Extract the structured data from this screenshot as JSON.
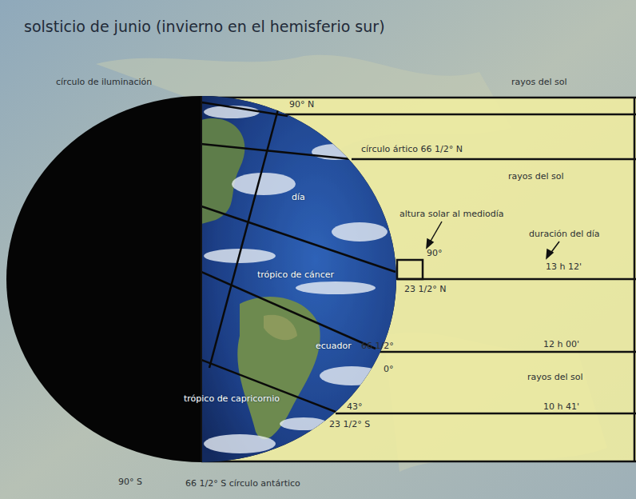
{
  "diagram": {
    "title": "solsticio de junio (invierno en el hemisferio sur)",
    "labels": [
      "círculo de iluminación",
      "rayos del sol",
      "90° N",
      "círculo ártico 66 1/2° N",
      "rayos del sol",
      "día",
      "altura solar al mediodía",
      "90°",
      "duración del día",
      "13 h 12'",
      "trópico de cáncer",
      "23 1/2° N",
      "ecuador",
      "66 1/2°",
      "0°",
      "12 h 00'",
      "rayos del sol",
      "trópico de capricornio",
      "43°",
      "10 h 41'",
      "23 1/2° S",
      "90° S",
      "66 1/2° S círculo antártico"
    ]
  }
}
